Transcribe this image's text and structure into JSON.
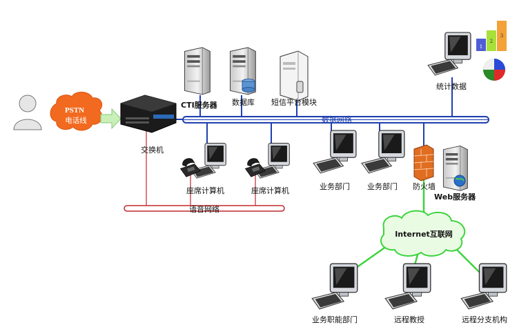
{
  "labels": {
    "pstn_title": "PSTN",
    "pstn_subtitle": "电话线",
    "switch": "交换机",
    "cti_server": "CTI服务器",
    "database": "数据库",
    "sms_module": "短信平台模块",
    "statistics": "统计数据",
    "data_network": "数据网络",
    "agent_computer_1": "座席计算机",
    "agent_computer_2": "座席计算机",
    "business_dept_1": "业务部门",
    "business_dept_2": "业务部门",
    "firewall": "防火墙",
    "web_server": "Web服务器",
    "voice_network": "语音网络",
    "internet": "Internet互联网",
    "functional_dept": "业务职能部门",
    "remote_professor": "远程教授",
    "remote_branch": "远程分支机构"
  },
  "colors": {
    "data_bus": "#1f3fae",
    "voice_bus": "#c0282d",
    "internet_link": "#3dd43d",
    "pstn_cloud": "#f26a1f",
    "internet_cloud": "#eafbe4",
    "firewall": "#e06d20"
  }
}
